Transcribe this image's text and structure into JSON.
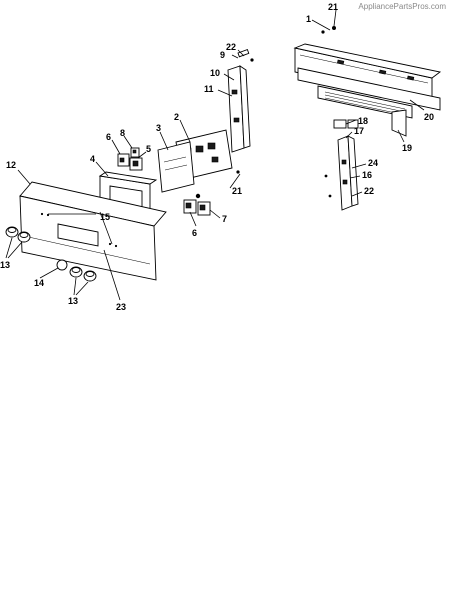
{
  "watermark": "AppliancePartsPros.com",
  "callouts": [
    {
      "id": "c1",
      "text": "1"
    },
    {
      "id": "c21a",
      "text": "21"
    },
    {
      "id": "c22a",
      "text": "22"
    },
    {
      "id": "c9",
      "text": "9"
    },
    {
      "id": "c10",
      "text": "10"
    },
    {
      "id": "c11",
      "text": "11"
    },
    {
      "id": "c20",
      "text": "20"
    },
    {
      "id": "c19",
      "text": "19"
    },
    {
      "id": "c2",
      "text": "2"
    },
    {
      "id": "c3",
      "text": "3"
    },
    {
      "id": "c8",
      "text": "8"
    },
    {
      "id": "c6a",
      "text": "6"
    },
    {
      "id": "c5",
      "text": "5"
    },
    {
      "id": "c4",
      "text": "4"
    },
    {
      "id": "c12",
      "text": "12"
    },
    {
      "id": "c21b",
      "text": "21"
    },
    {
      "id": "c7",
      "text": "7"
    },
    {
      "id": "c6b",
      "text": "6"
    },
    {
      "id": "c15",
      "text": "15"
    },
    {
      "id": "c13a",
      "text": "13"
    },
    {
      "id": "c14",
      "text": "14"
    },
    {
      "id": "c13b",
      "text": "13"
    },
    {
      "id": "c23",
      "text": "23"
    },
    {
      "id": "c18",
      "text": "18"
    },
    {
      "id": "c17",
      "text": "17"
    },
    {
      "id": "c24",
      "text": "24"
    },
    {
      "id": "c16",
      "text": "16"
    },
    {
      "id": "c22b",
      "text": "22"
    }
  ]
}
